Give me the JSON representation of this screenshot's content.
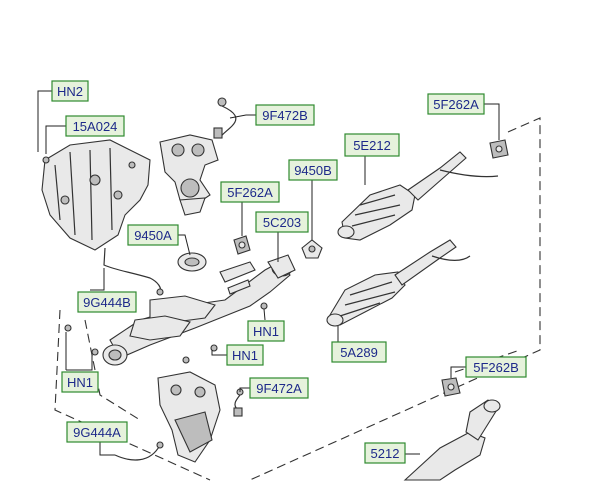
{
  "callouts": {
    "hn2": "HN2",
    "c15a024": "15A024",
    "c9f472b": "9F472B",
    "c5f262a_top": "5F262A",
    "c5e212": "5E212",
    "c9450b": "9450B",
    "c5f262a_mid": "5F262A",
    "c5c203": "5C203",
    "c9450a": "9450A",
    "c9g444b": "9G444B",
    "hn1_mid": "HN1",
    "c5a289": "5A289",
    "hn1_center": "HN1",
    "hn1_left": "HN1",
    "c5f262b": "5F262B",
    "c9f472a": "9F472A",
    "c9g444a": "9G444A",
    "c5212": "5212"
  },
  "colors": {
    "callout_border": "#2f8a2f",
    "callout_fill": "#e6f2dc",
    "callout_text": "#1e2a8a",
    "line": "#333333"
  }
}
